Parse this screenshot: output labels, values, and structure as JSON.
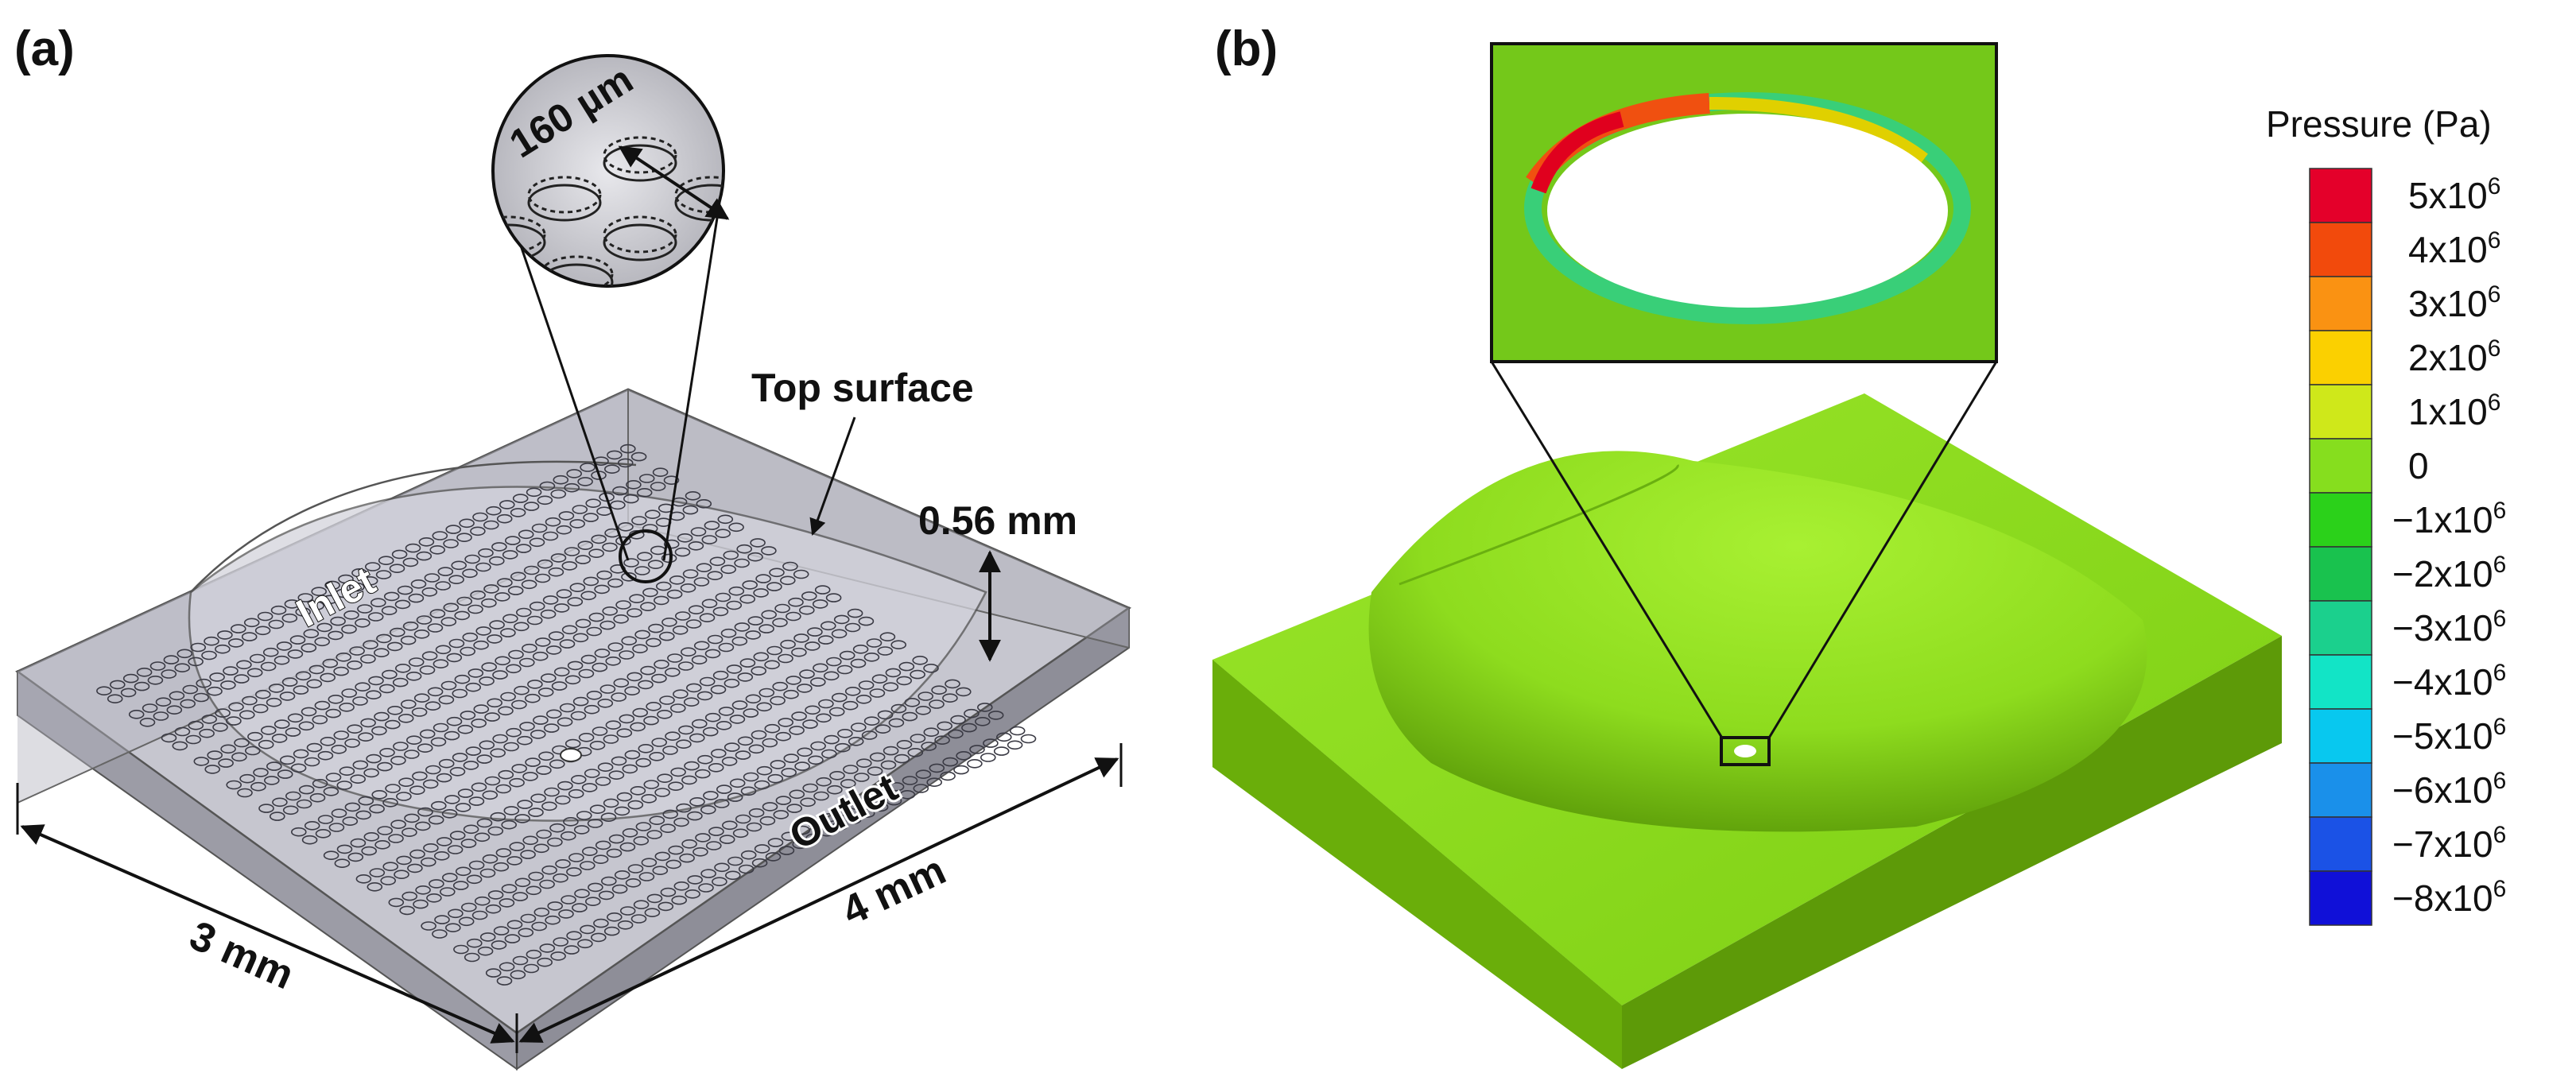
{
  "panel_a": {
    "tag": "(a)",
    "labels": {
      "top_surface": "Top surface",
      "inlet": "Inlet",
      "outlet": "Outlet",
      "pitch": "160 µm",
      "height": "0.56 mm",
      "width": "3 mm",
      "length": "4 mm"
    }
  },
  "panel_b": {
    "tag": "(b)",
    "colorbar": {
      "title": "Pressure (Pa)",
      "ticks": [
        {
          "mant": "5x10",
          "exp": "6"
        },
        {
          "mant": "4x10",
          "exp": "6"
        },
        {
          "mant": "3x10",
          "exp": "6"
        },
        {
          "mant": "2x10",
          "exp": "6"
        },
        {
          "mant": "1x10",
          "exp": "6"
        },
        {
          "mant": "0",
          "exp": ""
        },
        {
          "mant": "−1x10",
          "exp": "6"
        },
        {
          "mant": "−2x10",
          "exp": "6"
        },
        {
          "mant": "−3x10",
          "exp": "6"
        },
        {
          "mant": "−4x10",
          "exp": "6"
        },
        {
          "mant": "−5x10",
          "exp": "6"
        },
        {
          "mant": "−6x10",
          "exp": "6"
        },
        {
          "mant": "−7x10",
          "exp": "6"
        },
        {
          "mant": "−8x10",
          "exp": "6"
        }
      ],
      "colors": [
        "#e4002a",
        "#f24a0c",
        "#fa9212",
        "#fbd000",
        "#cfe81a",
        "#86de1e",
        "#2bd11a",
        "#19c24e",
        "#1bd08d",
        "#12e4c6",
        "#08c8ef",
        "#1a90ea",
        "#1b52e6",
        "#1010d8"
      ]
    }
  }
}
